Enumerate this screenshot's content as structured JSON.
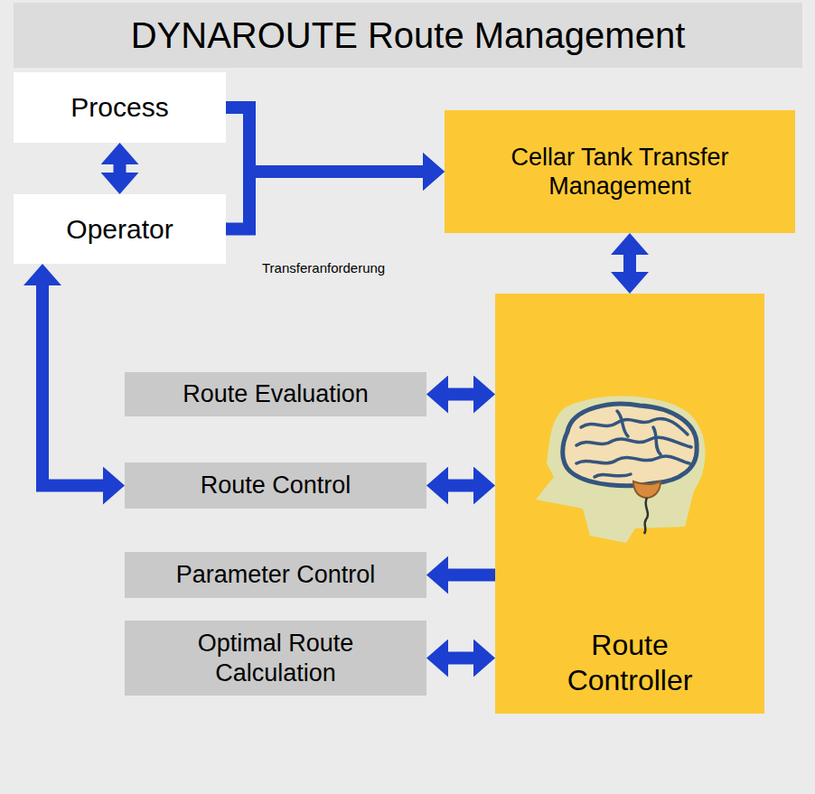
{
  "diagram": {
    "title": "DYNAROUTE Route Management",
    "nodes": [
      {
        "text": [
          "Process"
        ]
      },
      {
        "text": [
          "Operator"
        ]
      },
      {
        "text": [
          "Cellar Tank Transfer Management"
        ]
      },
      {
        "text": [
          "Route Evaluation"
        ]
      },
      {
        "text": [
          "Route Control"
        ]
      },
      {
        "text": [
          "Parameter Control"
        ]
      },
      {
        "text": [
          "Optimal Route Calculation"
        ]
      },
      {
        "text": [
          "Route Controller"
        ]
      }
    ],
    "edges": [
      {
        "from": 0,
        "to": 1,
        "arrow": "both"
      },
      {
        "from": 0,
        "to": 2,
        "arrow": "to"
      },
      {
        "from": 1,
        "to": 2,
        "arrow": "to"
      },
      {
        "from": 2,
        "to": 7,
        "arrow": "both"
      },
      {
        "from": 3,
        "to": 7,
        "arrow": "both"
      },
      {
        "from": 4,
        "to": 7,
        "arrow": "both"
      },
      {
        "from": 7,
        "to": 5,
        "arrow": "to"
      },
      {
        "from": 6,
        "to": 7,
        "arrow": "both"
      },
      {
        "from": 1,
        "to": 4,
        "arrow": "both"
      }
    ],
    "labels": [
      "Transferanforderung"
    ]
  }
}
